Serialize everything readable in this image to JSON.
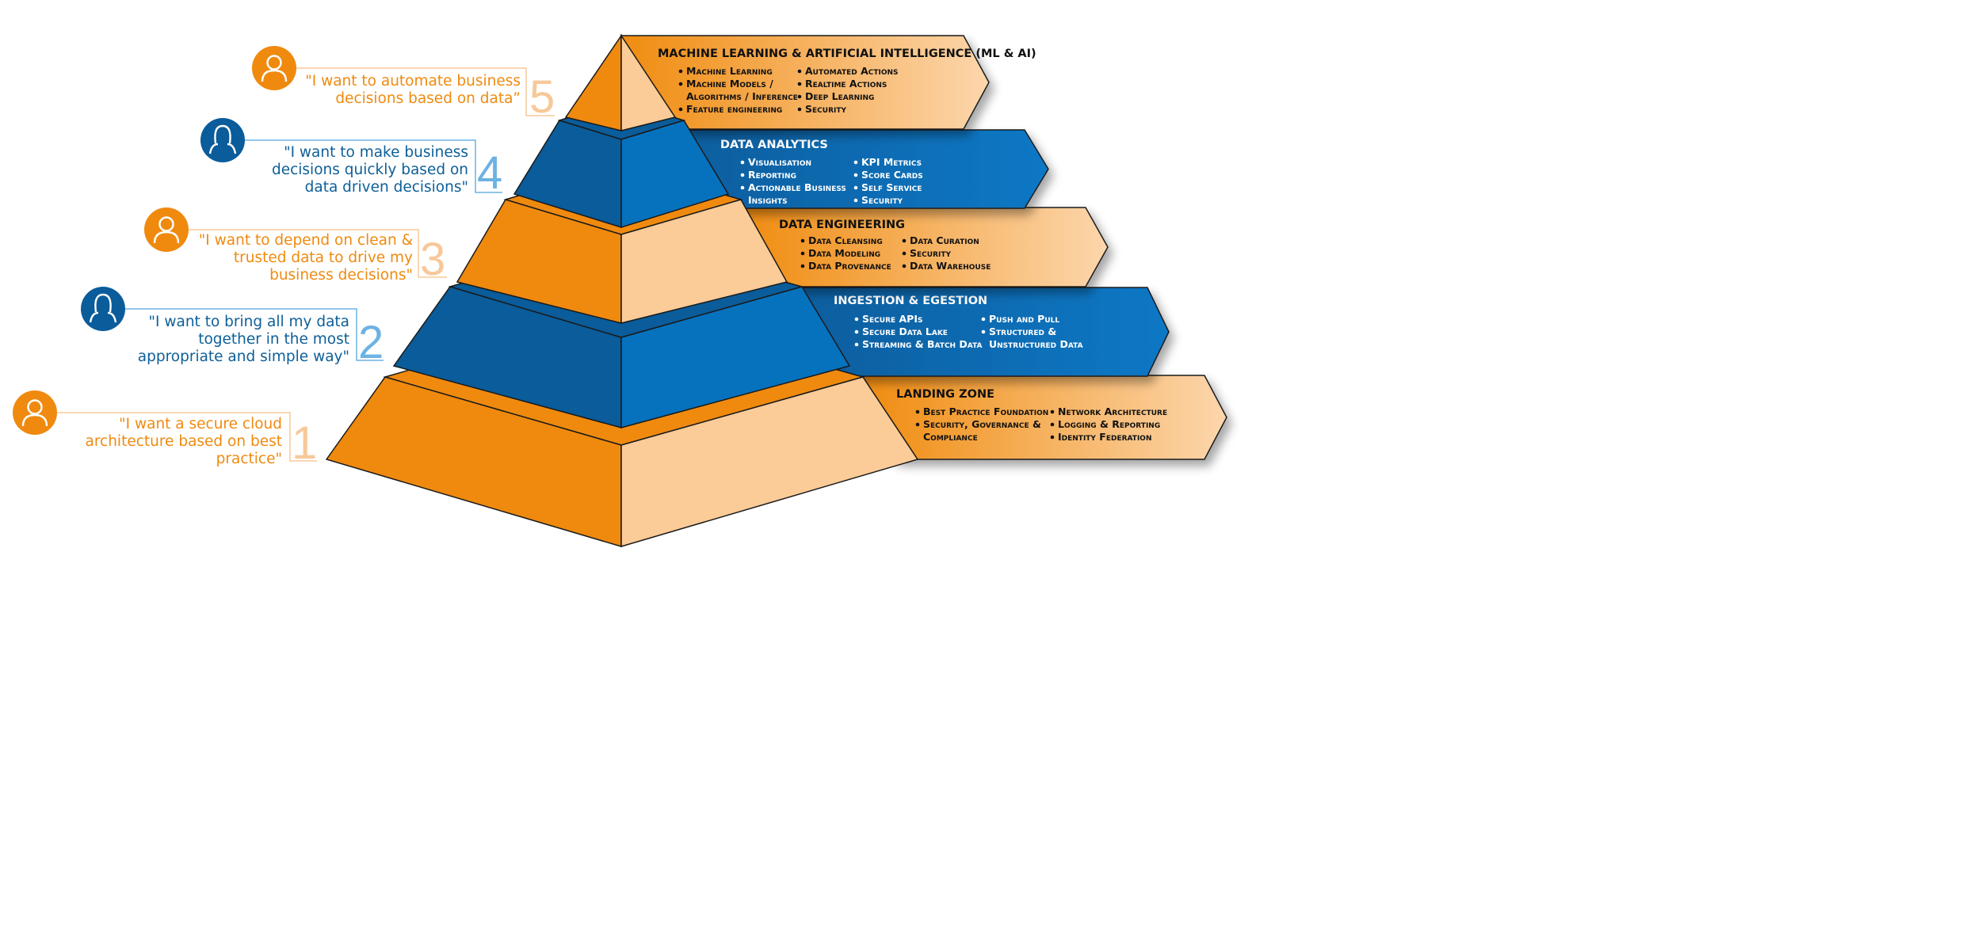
{
  "colors": {
    "orange": "#EF8A0F",
    "orange_light": "#FBCB98",
    "blue_dark": "#0A5C9A",
    "blue": "#0672BE",
    "num_orange": "#F8C89A",
    "num_blue": "#6DB2E2",
    "quote_orange": "#EF8A0F",
    "quote_blue": "#0D5F99"
  },
  "levels": [
    {
      "number": "1",
      "tone": "orange",
      "quote": [
        "\"I want a secure cloud",
        "architecture based on best",
        "practice\""
      ],
      "title": "LANDING ZONE",
      "items_left": [
        "Best Practice Foundation",
        "Security, Governance &",
        "Compliance"
      ],
      "bullets_left": [
        true,
        true,
        false
      ],
      "items_right": [
        "Network Architecture",
        "Logging & Reporting",
        "Identity Federation"
      ],
      "bullets_right": [
        true,
        true,
        true
      ]
    },
    {
      "number": "2",
      "tone": "blue",
      "quote": [
        "\"I want to bring all my data",
        "together in the most",
        "appropriate and simple way\""
      ],
      "title": "INGESTION & EGESTION",
      "items_left": [
        "Secure APIs",
        "Secure Data Lake",
        "Streaming & Batch Data"
      ],
      "bullets_left": [
        true,
        true,
        true
      ],
      "items_right": [
        "Push and Pull",
        "Structured &",
        "Unstructured Data"
      ],
      "bullets_right": [
        true,
        true,
        false
      ]
    },
    {
      "number": "3",
      "tone": "orange",
      "quote": [
        "\"I want to depend on clean &",
        "trusted data to drive my",
        "business decisions\""
      ],
      "title": "DATA ENGINEERING",
      "items_left": [
        "Data Cleansing",
        "Data Modeling",
        "Data Provenance"
      ],
      "bullets_left": [
        true,
        true,
        true
      ],
      "items_right": [
        "Data Curation",
        "Security",
        "Data Warehouse"
      ],
      "bullets_right": [
        true,
        true,
        true
      ]
    },
    {
      "number": "4",
      "tone": "blue",
      "quote": [
        "\"I want to make business",
        "decisions quickly based on",
        "data driven decisions\""
      ],
      "title": "DATA ANALYTICS",
      "items_left": [
        "Visualisation",
        "Reporting",
        "Actionable Business",
        "Insights"
      ],
      "bullets_left": [
        true,
        true,
        true,
        false
      ],
      "items_right": [
        "KPI Metrics",
        "Score Cards",
        "Self Service",
        "Security"
      ],
      "bullets_right": [
        true,
        true,
        true,
        true
      ]
    },
    {
      "number": "5",
      "tone": "orange",
      "quote": [
        "\"I want to automate business",
        "decisions based on data”"
      ],
      "title": "MACHINE LEARNING & ARTIFICIAL INTELLIGENCE (ML & AI)",
      "items_left": [
        "Machine Learning",
        "Machine Models /",
        "Algorithms / Inference",
        "Feature engineering"
      ],
      "bullets_left": [
        true,
        true,
        false,
        true
      ],
      "items_right": [
        "Automated Actions",
        "Realtime Actions",
        "Deep Learning",
        "Security"
      ],
      "bullets_right": [
        true,
        true,
        true,
        true
      ]
    }
  ]
}
